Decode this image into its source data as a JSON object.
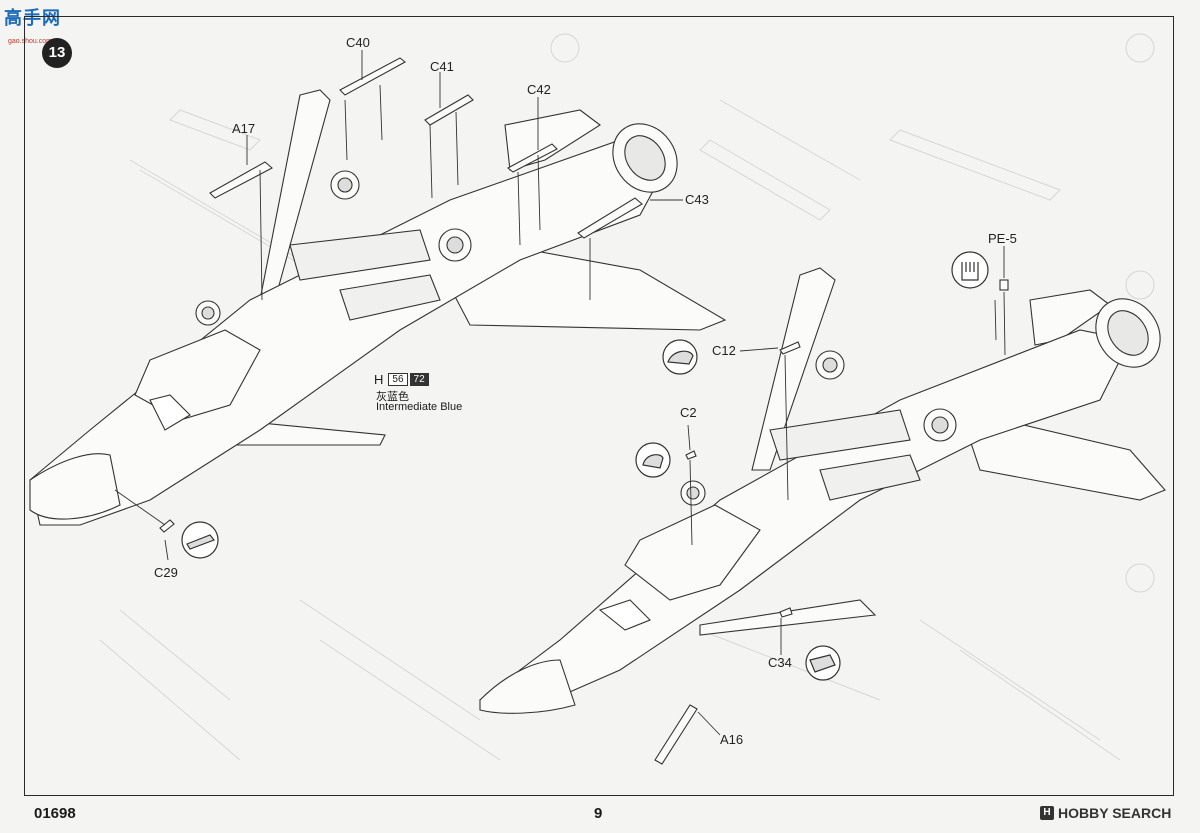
{
  "watermark": {
    "title": "高手网",
    "url": "gao.shou.com"
  },
  "step": {
    "number": "13"
  },
  "parts": {
    "c40": "C40",
    "c41": "C41",
    "c42": "C42",
    "c43": "C43",
    "a17": "A17",
    "pe5": "PE-5",
    "c12": "C12",
    "c2": "C2",
    "c29": "C29",
    "c34": "C34",
    "a16": "A16"
  },
  "paint": {
    "letter": "H",
    "code1": "56",
    "code2": "72",
    "name_cn": "灰蓝色",
    "name_en": "Intermediate Blue"
  },
  "footer": {
    "code": "01698",
    "page": "9",
    "brand": "HOBBY SEARCH",
    "brand_mark": "H"
  }
}
